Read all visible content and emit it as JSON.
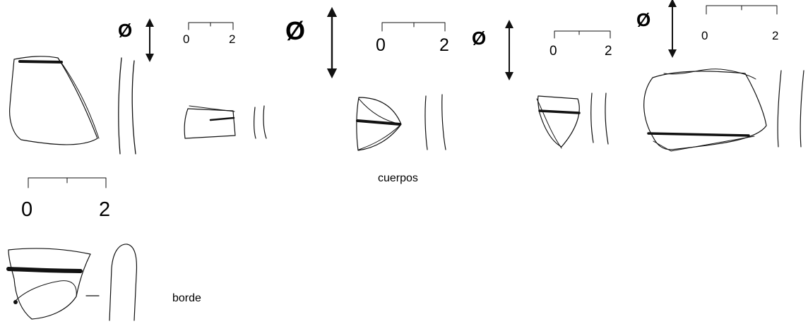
{
  "labels": {
    "bodies": "cuerpos",
    "rim": "borde"
  },
  "diameter_symbol": "Ø",
  "scales": [
    {
      "min": "0",
      "max": "2"
    },
    {
      "min": "0",
      "max": "2"
    },
    {
      "min": "0",
      "max": "2"
    },
    {
      "min": "0",
      "max": "2"
    },
    {
      "min": "0",
      "max": "2"
    }
  ],
  "colors": {
    "ink": "#111111",
    "background": "#ffffff"
  }
}
